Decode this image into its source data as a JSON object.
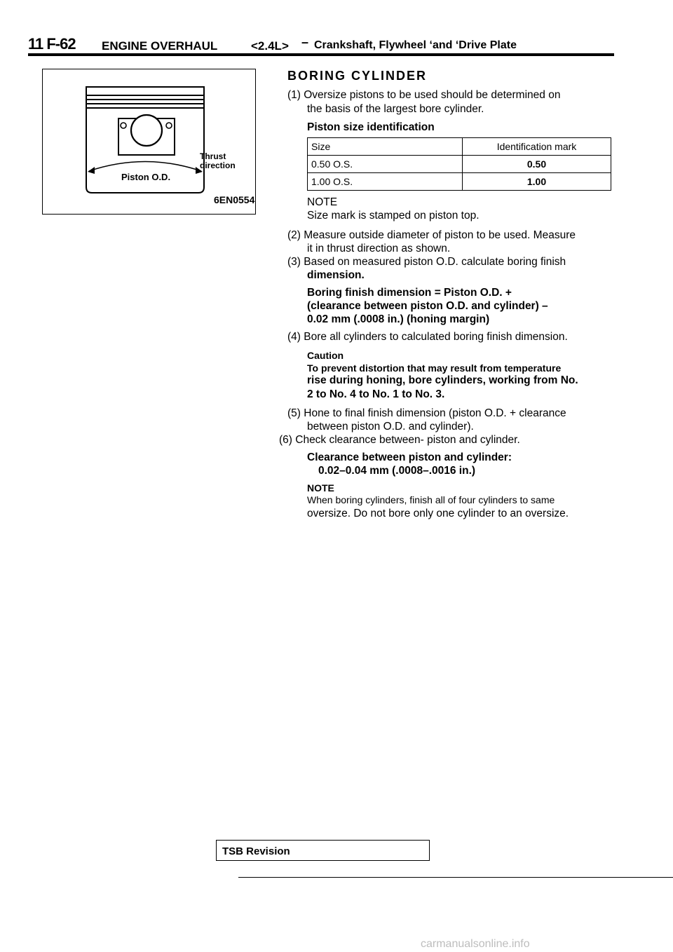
{
  "header": {
    "page_number": "11 F-62",
    "section": "ENGINE OVERHAUL",
    "engine_tag": "<2.4L>",
    "dash": "–",
    "subsection": "Crankshaft, Flywheel ‘and ‘Drive Plate"
  },
  "figure": {
    "thrust_label": "Thrust direction",
    "piston_label": "Piston O.D.",
    "code": "6EN0554"
  },
  "section_title": "BORING CYLINDER",
  "steps": {
    "s1_line1": "(1) Oversize pistons to be used should be determined on",
    "s1_line2": "the basis of the largest bore cylinder.",
    "table_title": "Piston size identification",
    "s_note_label": "NOTE",
    "s_note_text": "Size mark is stamped on piston top.",
    "s2_line1": "(2) Measure outside diameter of piston to be used. Measure",
    "s2_line2": "it in thrust direction as shown.",
    "s3_line1": "(3) Based on measured piston O.D. calculate boring finish",
    "s3_line2": "dimension.",
    "formula_line1": "Boring finish dimension = Piston O.D. +",
    "formula_line2": "(clearance between piston O.D. and cylinder) –",
    "formula_line3": "0.02 mm (.0008 in.) (honing margin)",
    "s4": "(4) Bore all cylinders to calculated boring finish dimension.",
    "caution_label": "Caution",
    "caution_line1": "To prevent distortion that may result from temperature",
    "caution_line2": "rise during honing, bore cylinders, working from No.",
    "caution_line3": "2 to No. 4 to No. 1 to No. 3.",
    "s5_line1": "(5) Hone to final finish dimension (piston O.D. + clearance",
    "s5_line2": "between piston O.D. and cylinder).",
    "s6": "(6) Check clearance between- piston and cylinder.",
    "clearance_title": "Clearance between piston and cylinder:",
    "clearance_value": "0.02–0.04 mm (.0008–.0016 in.)",
    "note2_label": "NOTE",
    "note2_line1": "When boring cylinders, finish all of four cylinders to same",
    "note2_line2": "oversize. Do not bore only one cylinder to an oversize."
  },
  "size_table": {
    "headers": [
      "Size",
      "Identification mark"
    ],
    "rows": [
      [
        "0.50 O.S.",
        "0.50"
      ],
      [
        "1.00 O.S.",
        "1.00"
      ]
    ]
  },
  "footer": {
    "tsb_revision": "TSB Revision",
    "watermark": "carmanualsonline.info"
  }
}
